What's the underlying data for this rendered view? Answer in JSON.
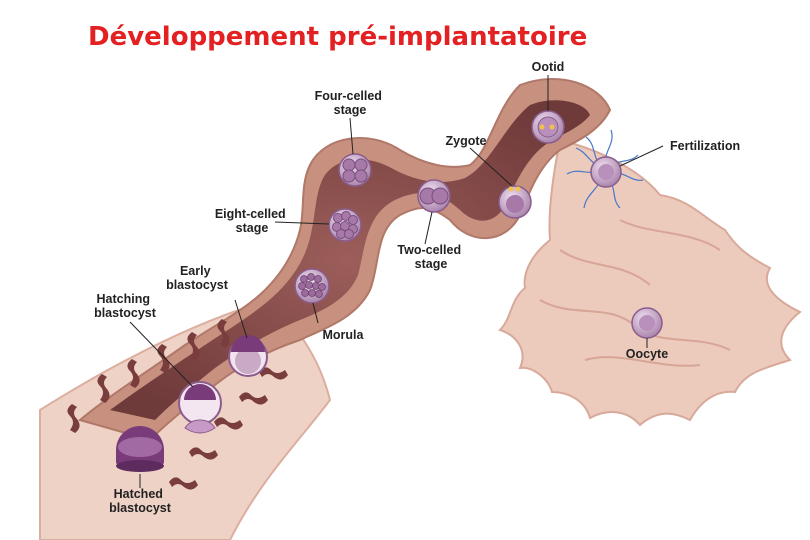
{
  "title": "Développement pré-implantatoire",
  "labels": {
    "ootid": "Ootid",
    "four_celled": [
      "Four-celled",
      "stage"
    ],
    "zygote": "Zygote",
    "fertilization": "Fertilization",
    "eight_celled": [
      "Eight-celled",
      "stage"
    ],
    "two_celled": [
      "Two-celled",
      "stage"
    ],
    "early_blastocyst": [
      "Early",
      "blastocyst"
    ],
    "hatching_blastocyst": [
      "Hatching",
      "blastocyst"
    ],
    "morula": "Morula",
    "oocyte": "Oocyte",
    "hatched_blastocyst": [
      "Hatched",
      "blastocyst"
    ]
  },
  "colors": {
    "title": "#e32022",
    "tissue_outer": "#e9c6b9",
    "tube_wall": "#c89184",
    "lumen": "#8a4f4c",
    "cell": "#c7a2c8",
    "embryo_dark": "#7a3b7a"
  }
}
